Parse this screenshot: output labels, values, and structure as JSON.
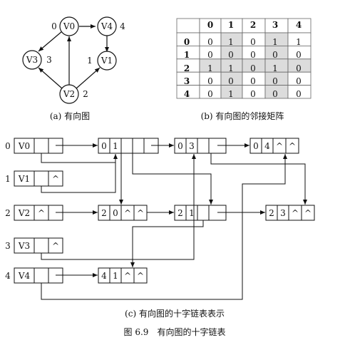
{
  "graph": {
    "vertices": [
      {
        "id": "V0",
        "index": "0"
      },
      {
        "id": "V1",
        "index": "1"
      },
      {
        "id": "V2",
        "index": "2"
      },
      {
        "id": "V3",
        "index": "3"
      },
      {
        "id": "V4",
        "index": "4"
      }
    ],
    "arcs": [
      [
        "V0",
        "V4"
      ],
      [
        "V0",
        "V3"
      ],
      [
        "V4",
        "V1"
      ],
      [
        "V2",
        "V0"
      ],
      [
        "V2",
        "V1"
      ],
      [
        "V2",
        "V3"
      ]
    ],
    "caption": "(a) 有向图"
  },
  "matrix": {
    "headers": [
      "0",
      "1",
      "2",
      "3",
      "4"
    ],
    "rows": [
      {
        "label": "0",
        "cells": [
          "0",
          "1",
          "0",
          "1",
          "1"
        ]
      },
      {
        "label": "1",
        "cells": [
          "0",
          "0",
          "0",
          "0",
          "0"
        ]
      },
      {
        "label": "2",
        "cells": [
          "1",
          "1",
          "0",
          "1",
          "0"
        ]
      },
      {
        "label": "3",
        "cells": [
          "0",
          "0",
          "0",
          "0",
          "0"
        ]
      },
      {
        "label": "4",
        "cells": [
          "0",
          "1",
          "0",
          "0",
          "0"
        ]
      }
    ],
    "caption": "(b) 有向图的邻接矩阵"
  },
  "orthogonal_list": {
    "vertex_nodes": [
      {
        "index": "0",
        "name": "V0",
        "firstin": "",
        "firstout": ""
      },
      {
        "index": "1",
        "name": "V1",
        "firstin": "",
        "firstout": "^"
      },
      {
        "index": "2",
        "name": "V2",
        "firstin": "^",
        "firstout": ""
      },
      {
        "index": "3",
        "name": "V3",
        "firstin": "",
        "firstout": "^"
      },
      {
        "index": "4",
        "name": "V4",
        "firstin": "",
        "firstout": ""
      }
    ],
    "arc_nodes": [
      {
        "tail": "0",
        "head": "1",
        "hlink": "",
        "tlink": ""
      },
      {
        "tail": "0",
        "head": "3",
        "hlink": "",
        "tlink": ""
      },
      {
        "tail": "0",
        "head": "4",
        "hlink": "^",
        "tlink": "^"
      },
      {
        "tail": "2",
        "head": "0",
        "hlink": "^",
        "tlink": "^"
      },
      {
        "tail": "2",
        "head": "1",
        "hlink": "",
        "tlink": ""
      },
      {
        "tail": "2",
        "head": "3",
        "hlink": "^",
        "tlink": "^"
      },
      {
        "tail": "4",
        "head": "1",
        "hlink": "^",
        "tlink": "^"
      }
    ],
    "caption": "(c) 有向图的十字链表表示"
  },
  "figure_caption": "图 6.9　有向图的十字链表"
}
